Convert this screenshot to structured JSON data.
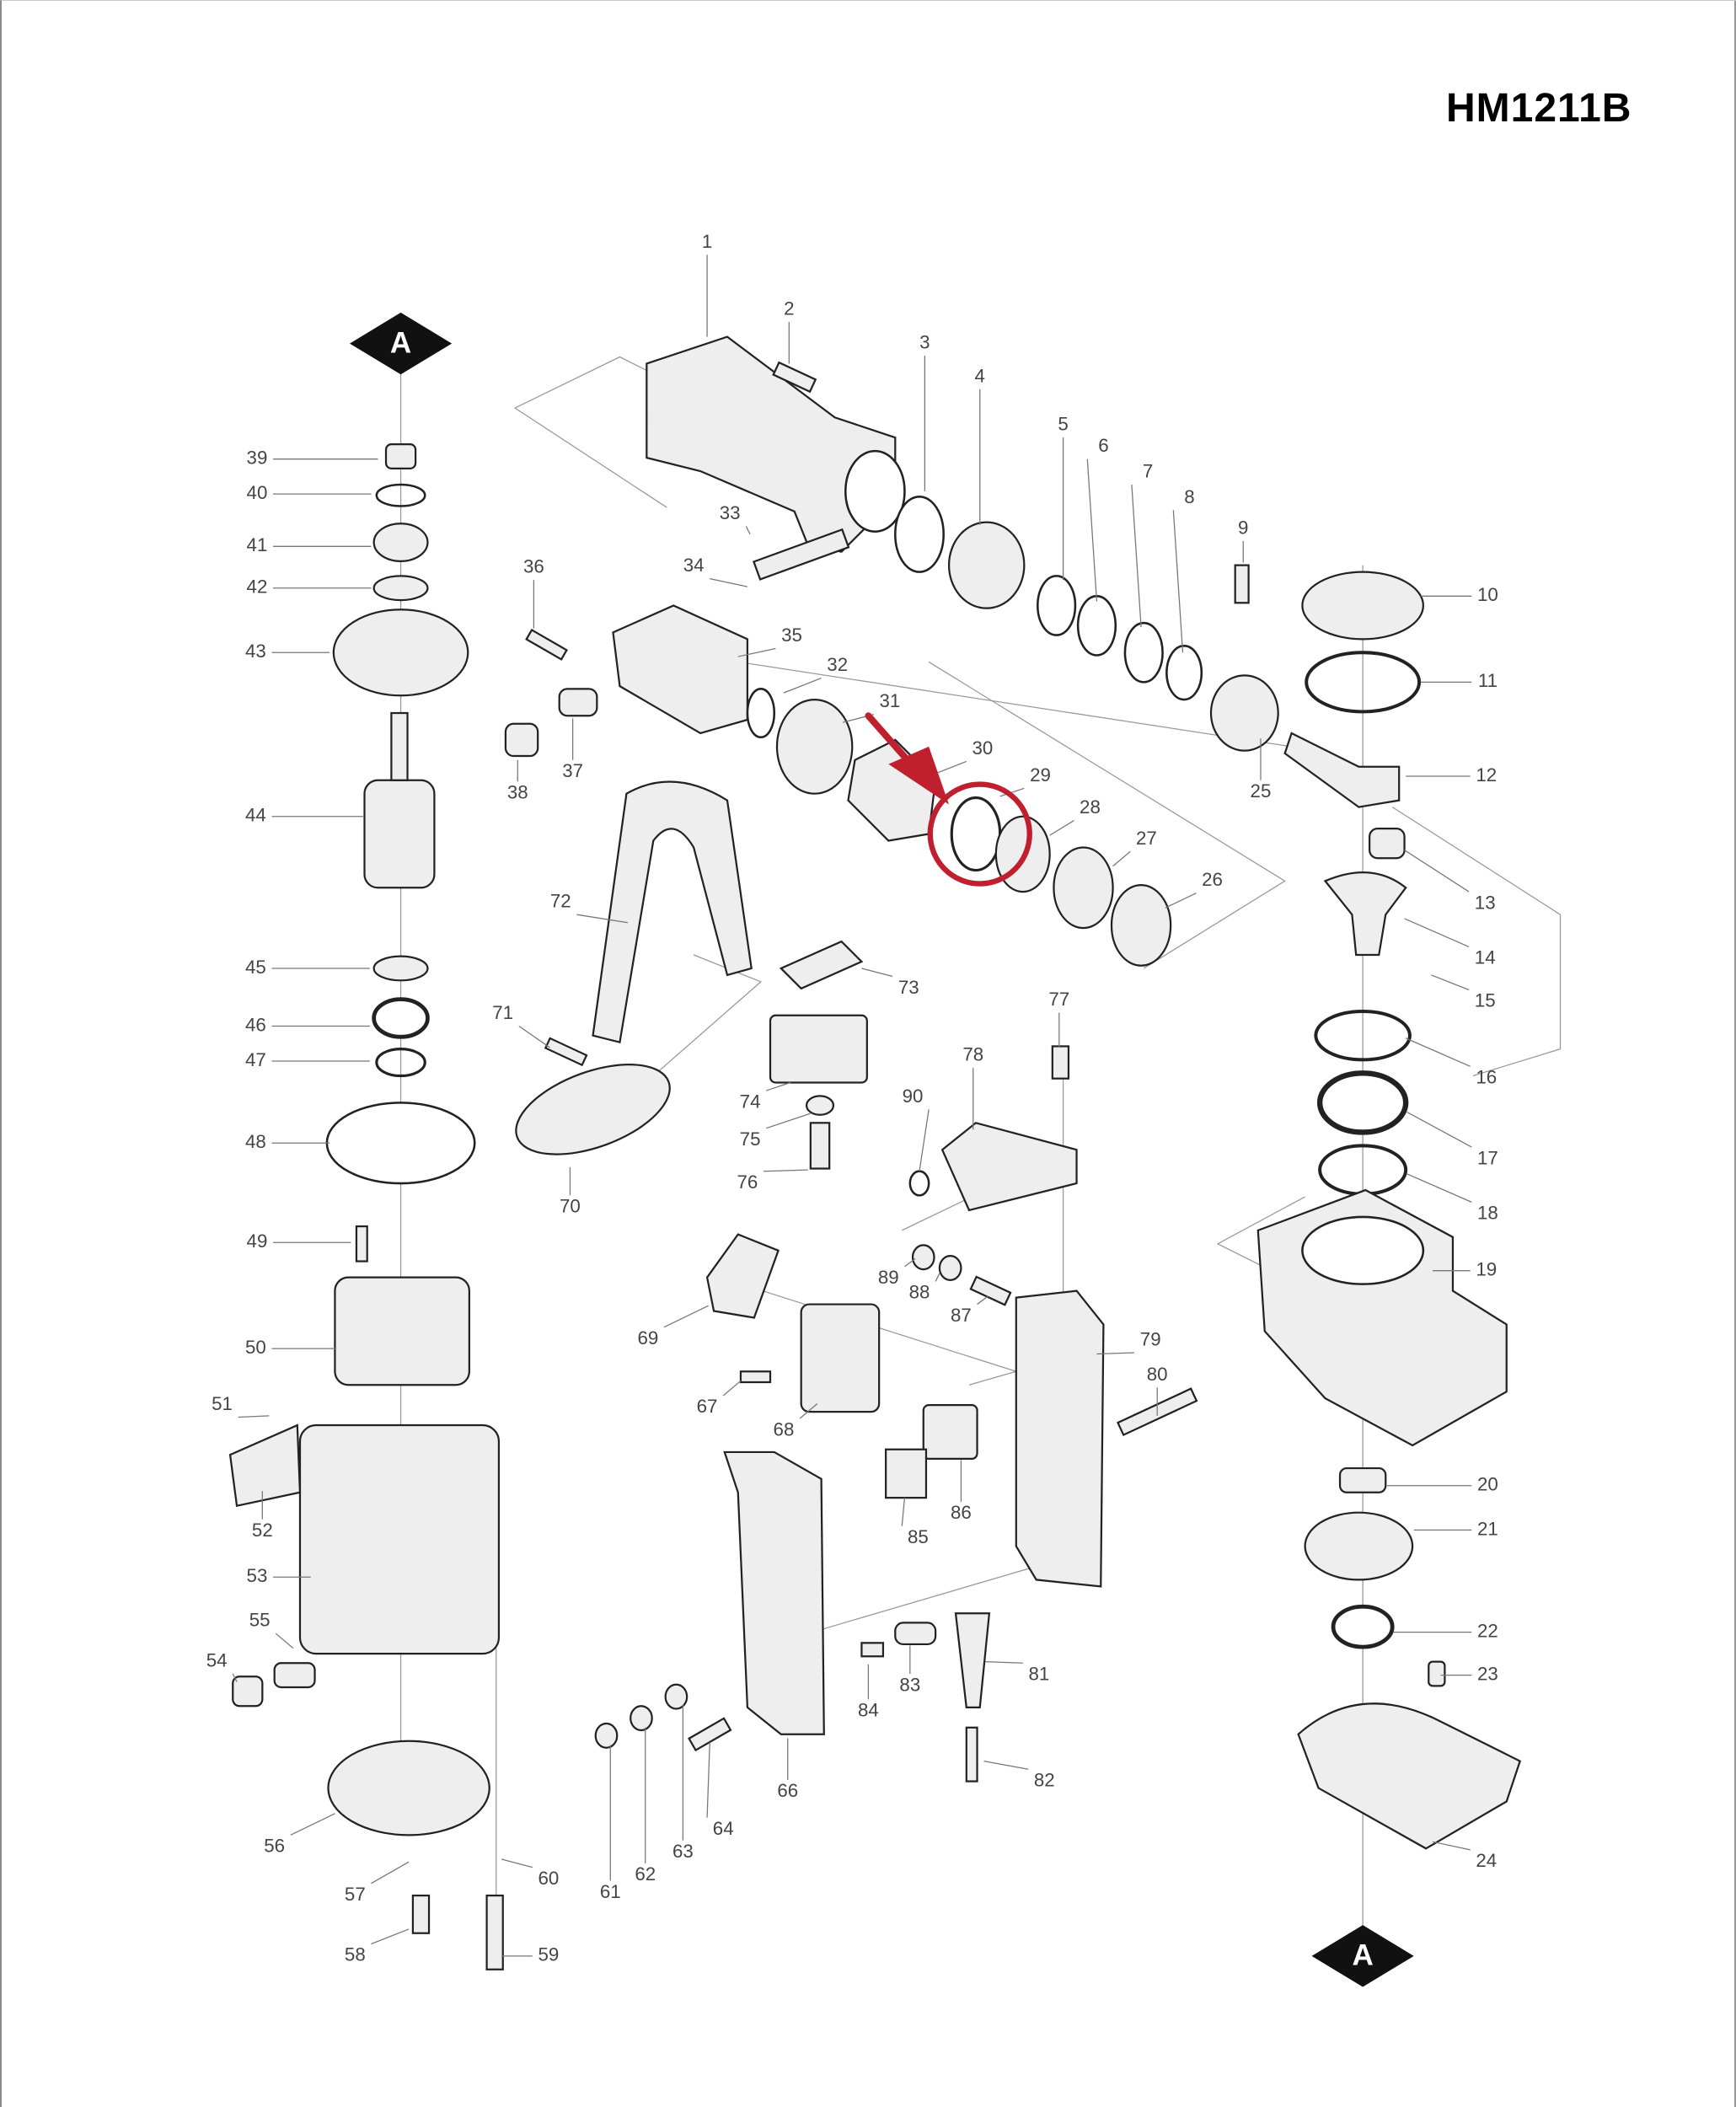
{
  "title": "HM1211B",
  "section_marker": "A",
  "part_labels": [
    "1",
    "2",
    "3",
    "4",
    "5",
    "6",
    "7",
    "8",
    "9",
    "10",
    "11",
    "12",
    "13",
    "14",
    "15",
    "16",
    "17",
    "18",
    "19",
    "20",
    "21",
    "22",
    "23",
    "24",
    "25",
    "26",
    "27",
    "28",
    "29",
    "30",
    "31",
    "32",
    "33",
    "34",
    "35",
    "36",
    "37",
    "38",
    "39",
    "40",
    "41",
    "42",
    "43",
    "44",
    "45",
    "46",
    "47",
    "48",
    "49",
    "50",
    "51",
    "52",
    "53",
    "54",
    "55",
    "56",
    "57",
    "58",
    "59",
    "60",
    "61",
    "62",
    "63",
    "64",
    "66",
    "67",
    "68",
    "69",
    "70",
    "71",
    "72",
    "73",
    "74",
    "75",
    "76",
    "77",
    "78",
    "79",
    "80",
    "81",
    "82",
    "83",
    "84",
    "85",
    "86",
    "87",
    "88",
    "89",
    "90"
  ],
  "highlight": {
    "part": "29",
    "color": "#c0202e"
  }
}
